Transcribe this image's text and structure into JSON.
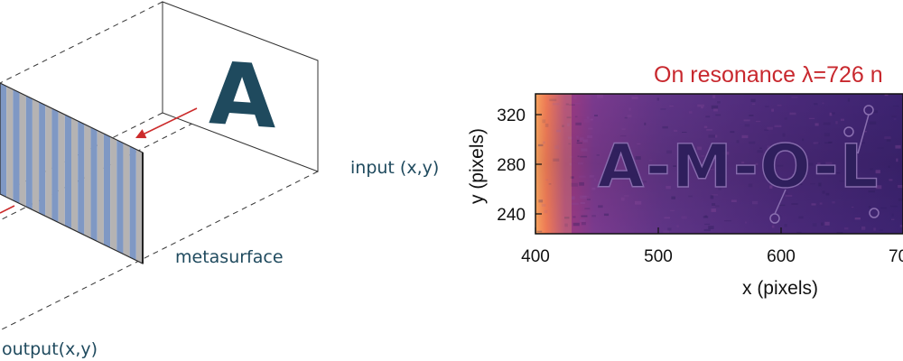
{
  "diagram": {
    "input_letter": "A",
    "input_label": "input (x,y)",
    "metasurface_label": "metasurface",
    "output_label": "output(x,y)",
    "arrow_color": "#cc2b2b",
    "letter_color": "#1f4a5e",
    "stripe_colors": [
      "#7f98c4",
      "#b5b3b3"
    ]
  },
  "image_panel": {
    "title": "On resonance λ=726 n",
    "title_color": "#c8282e",
    "image_text": "A-M-O-L",
    "colormap": "magma",
    "xlabel": "x (pixels)",
    "ylabel": "y (pixels)",
    "x_ticks": [
      "400",
      "500",
      "600",
      "70"
    ],
    "y_ticks": [
      "320",
      "280",
      "240"
    ]
  }
}
